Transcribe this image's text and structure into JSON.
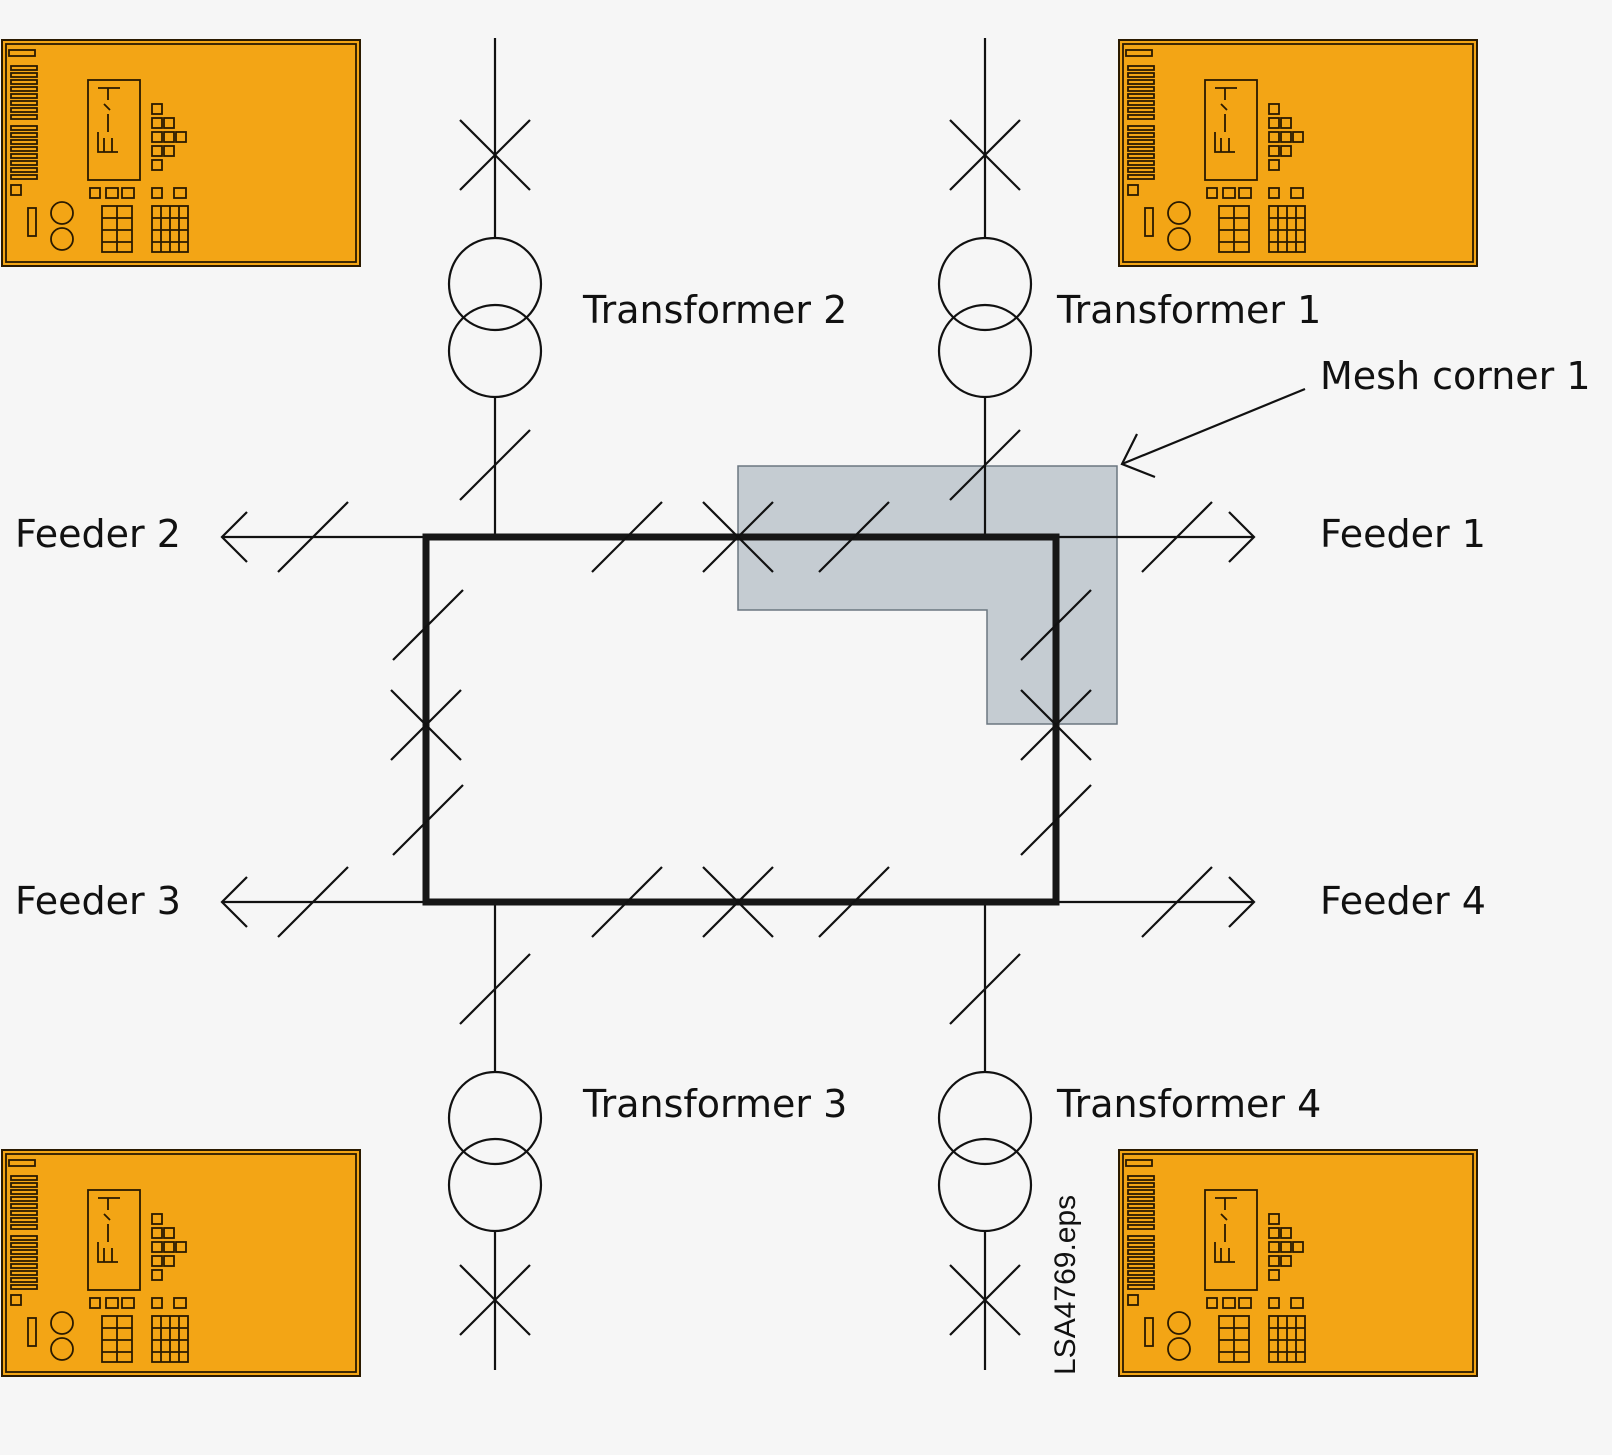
{
  "diagram": {
    "labels": {
      "transformer_1": "Transformer 1",
      "transformer_2": "Transformer 2",
      "transformer_3": "Transformer 3",
      "transformer_4": "Transformer 4",
      "feeder_1": "Feeder 1",
      "feeder_2": "Feeder 2",
      "feeder_3": "Feeder 3",
      "feeder_4": "Feeder 4",
      "mesh_corner": "Mesh corner 1",
      "file_ref": "LSA4769.eps"
    },
    "colors": {
      "relay_fill": "#f3a515",
      "mesh_corner_fill": "#c5ccd2",
      "line": "#111111",
      "background": "#f6f6f6"
    },
    "icons": [
      "protection-relay-icon",
      "transformer-icon",
      "circuit-breaker-icon",
      "current-transformer-icon",
      "feeder-arrow-icon"
    ]
  }
}
